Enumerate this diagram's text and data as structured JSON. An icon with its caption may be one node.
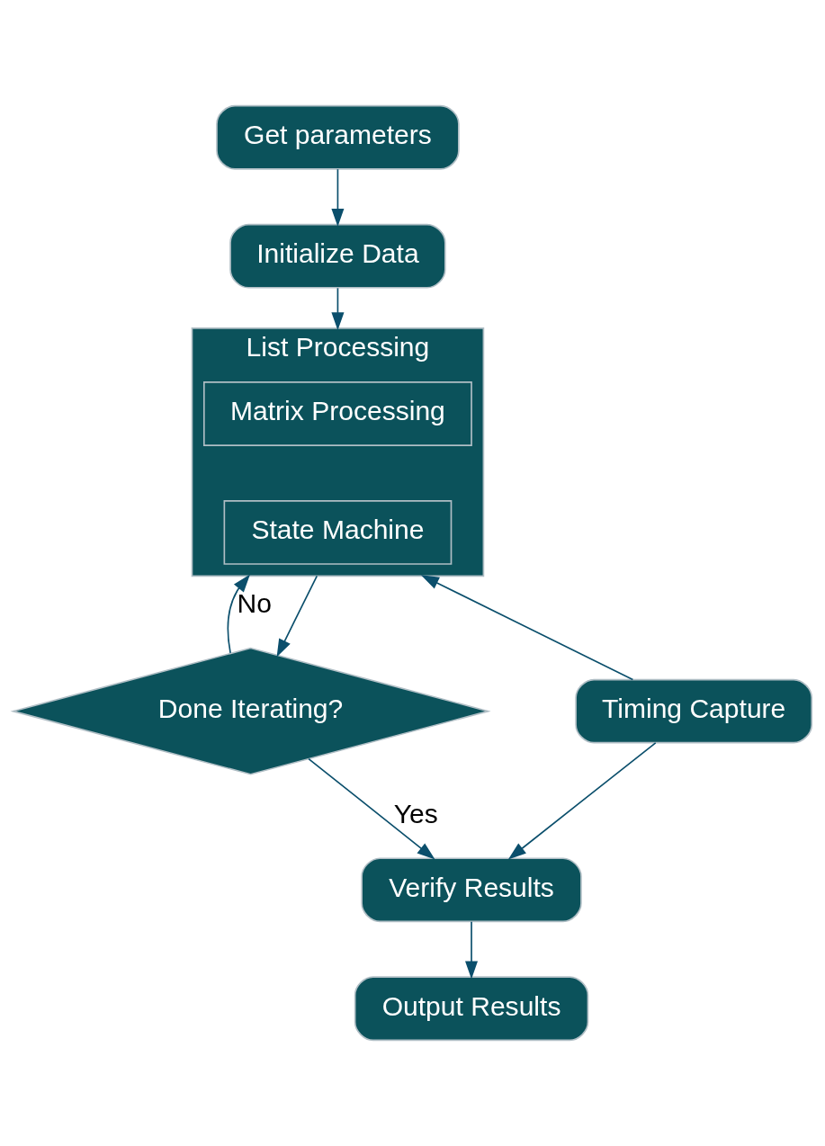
{
  "diagram": {
    "nodes": [
      {
        "text": [
          "Get parameters"
        ]
      },
      {
        "text": [
          "Initialize Data"
        ]
      },
      {
        "text": [
          "List Processing"
        ]
      },
      {
        "text": [
          "Matrix Processing"
        ],
        "in": 2
      },
      {
        "text": [
          "State Machine"
        ],
        "in": 2
      },
      {
        "text": [
          "Done Iterating?"
        ]
      },
      {
        "text": [
          "Timing Capture"
        ]
      },
      {
        "text": [
          "Verify Results"
        ]
      },
      {
        "text": [
          "Output Results"
        ]
      }
    ],
    "edges": [
      {
        "from": 0,
        "to": 1,
        "arrow": "to"
      },
      {
        "from": 1,
        "to": 2,
        "arrow": "to"
      },
      {
        "from": 5,
        "to": 2,
        "arrow": "to",
        "label": "No"
      },
      {
        "from": 6,
        "to": 2,
        "arrow": "to"
      },
      {
        "from": 2,
        "to": 5,
        "arrow": "to"
      },
      {
        "from": 5,
        "to": 7,
        "arrow": "to",
        "label": "Yes"
      },
      {
        "from": 6,
        "to": 7,
        "arrow": "to"
      },
      {
        "from": 7,
        "to": 8,
        "arrow": "to"
      }
    ]
  }
}
